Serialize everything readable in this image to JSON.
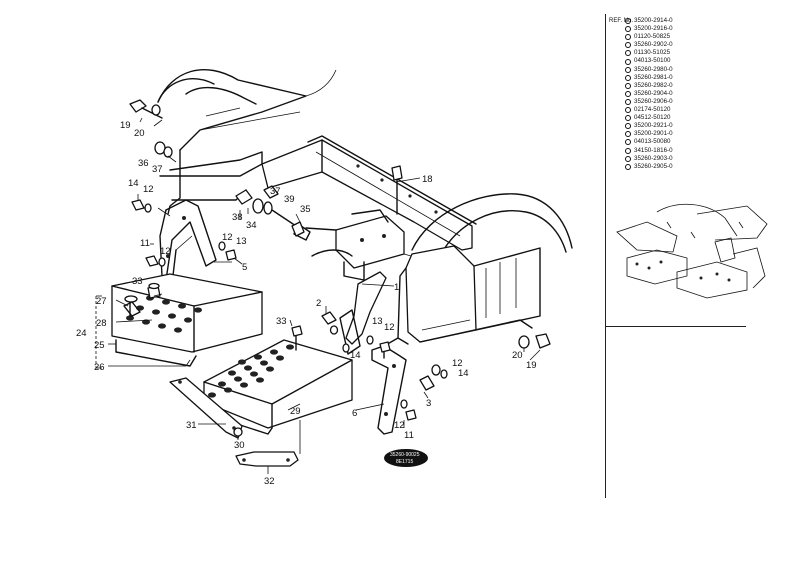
{
  "ref_panel": {
    "header": "REF. No.",
    "parts": [
      "35200-2914-0",
      "35200-2916-0",
      "01120-50825",
      "35260-2902-0",
      "01130-51025",
      "04013-50100",
      "35260-2980-0",
      "35260-2981-0",
      "35260-2982-0",
      "35260-2904-0",
      "35260-2906-0",
      "02174-50120",
      "04512-50120",
      "35200-2921-0",
      "35200-2901-0",
      "04013-50080",
      "34150-1816-0",
      "35260-2903-0",
      "35260-2905-0"
    ]
  },
  "callouts": {
    "c1": "1",
    "c2": "2",
    "c3": "3",
    "c5": "5",
    "c6": "6",
    "c11a": "11",
    "c11b": "11",
    "c12a": "12",
    "c12b": "12",
    "c12c": "12",
    "c12d": "12",
    "c12e": "12",
    "c12f": "12",
    "c13a": "13",
    "c13b": "13",
    "c14a": "14",
    "c14b": "14",
    "c14c": "14",
    "c18": "18",
    "c19a": "19",
    "c19b": "19",
    "c20a": "20",
    "c20b": "20",
    "c24": "24",
    "c25": "25",
    "c26": "26",
    "c27": "27",
    "c28": "28",
    "c29": "29",
    "c30": "30",
    "c31": "31",
    "c32": "32",
    "c33a": "33",
    "c33b": "33",
    "c34": "34",
    "c35": "35",
    "c36": "36",
    "c37a": "37",
    "c37b": "37",
    "c38": "38",
    "c39": "39"
  },
  "stamp": {
    "line1": "35260-90025",
    "line2": "8E1715"
  }
}
